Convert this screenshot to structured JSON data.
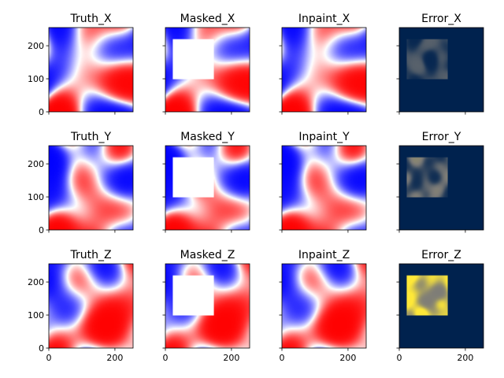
{
  "chart_data": {
    "type": "heatmap",
    "grid": {
      "rows": 3,
      "cols": 4
    },
    "axes": {
      "xlim": [
        0,
        255
      ],
      "ylim": [
        0,
        255
      ],
      "xticks": [
        0,
        200
      ],
      "yticks": [
        0,
        100,
        200
      ]
    },
    "mask_region": {
      "x": [
        22,
        146
      ],
      "y": [
        100,
        222
      ]
    },
    "colormaps": {
      "field": [
        "#0000ff",
        "#ffffff",
        "#ff0000"
      ],
      "error": [
        "#00224e",
        "#7d7c78",
        "#fee838"
      ]
    },
    "panels": [
      {
        "title": "Truth_X",
        "kind": "truth",
        "component": "X"
      },
      {
        "title": "Masked_X",
        "kind": "masked",
        "component": "X"
      },
      {
        "title": "Inpaint_X",
        "kind": "inpaint",
        "component": "X"
      },
      {
        "title": "Error_X",
        "kind": "error",
        "component": "X",
        "error_level": 0.55
      },
      {
        "title": "Truth_Y",
        "kind": "truth",
        "component": "Y"
      },
      {
        "title": "Masked_Y",
        "kind": "masked",
        "component": "Y"
      },
      {
        "title": "Inpaint_Y",
        "kind": "inpaint",
        "component": "Y"
      },
      {
        "title": "Error_Y",
        "kind": "error",
        "component": "Y",
        "error_level": 0.85
      },
      {
        "title": "Truth_Z",
        "kind": "truth",
        "component": "Z"
      },
      {
        "title": "Masked_Z",
        "kind": "masked",
        "component": "Z"
      },
      {
        "title": "Inpaint_Z",
        "kind": "inpaint",
        "component": "Z"
      },
      {
        "title": "Error_Z",
        "kind": "error",
        "component": "Z",
        "error_level": 1.0
      }
    ]
  }
}
